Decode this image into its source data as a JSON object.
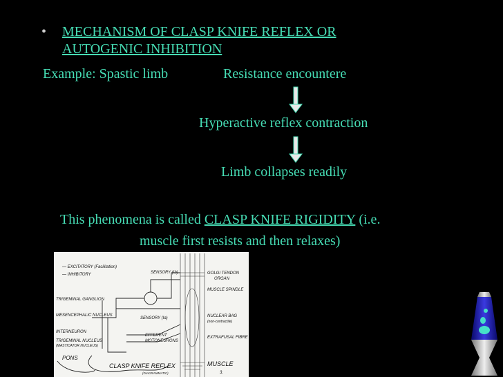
{
  "slide": {
    "title_line1": "MECHANISM OF CLASP KNIFE REFLEX OR",
    "title_line2": "AUTOGENIC INHIBITION",
    "example_label": "Example: Spastic limb",
    "step1": "Resistance encountere",
    "step2": "Hyperactive reflex contraction",
    "step3": "Limb collapses readily",
    "phenomena_prefix": "This phenomena is called ",
    "phenomena_term": "CLASP KNIFE RIGIDITY",
    "phenomena_suffix": " (i.e.",
    "phenomena_line2": "muscle first resists and then relaxes)"
  },
  "diagram": {
    "legend_excitatory": "— EXCITATORY (Facilitation)",
    "legend_inhibitory": "— INHIBITORY",
    "sensory_1b": "SENSORY (Ib)",
    "golgi": "GOLGI TENDON",
    "organ": "ORGAN",
    "trigeminal_ganglion": "TRIGEMINAL GANGLION",
    "muscle_spindle": "MUSCLE SPINDLE",
    "mesencephalic": "MESENCEPHALIC NUCLEUS",
    "sensory_1a": "SENSORY (Ia)",
    "nuclear_bag": "NUCLEAR BAG",
    "non_contractile": "(non-contractile)",
    "interneuron": "INTERNEURON",
    "efferent": "EFFERENT",
    "motoneurons": "MOTONEURONS",
    "extrafusal": "EXTRAFUSAL FIBRE",
    "trigeminal_nucleus": "TRIGEMINAL NUCLEUS",
    "masticator_nucleus": "(MASTICATOR NUCLEUS)",
    "pons": "PONS",
    "clasp_title": "CLASP KNIFE REFLEX",
    "diagrammatic": "(DIAGRAMMATIC)",
    "muscle": "MUSCLE",
    "muscle_num": "3."
  },
  "colors": {
    "accent": "#46dcb4",
    "text": "#e8e8e8",
    "background": "#000000"
  },
  "icons": {
    "arrow": "down-arrow-icon",
    "lamp": "lava-lamp-icon"
  }
}
